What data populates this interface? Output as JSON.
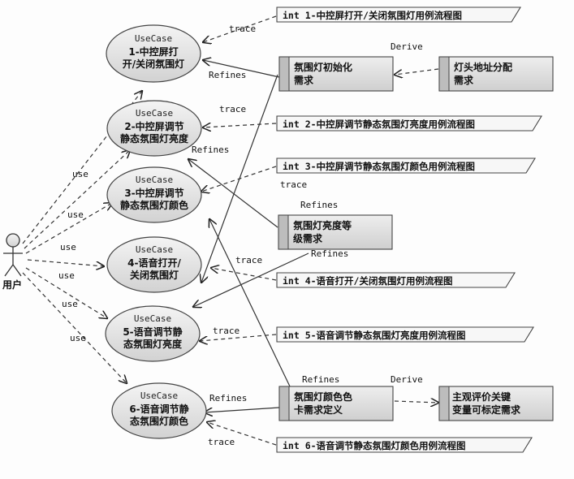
{
  "actor": {
    "label": "用户"
  },
  "use_cases": [
    {
      "stereotype": "UseCase",
      "lines": [
        "1-中控屏打",
        "开/关闭氛围灯"
      ]
    },
    {
      "stereotype": "UseCase",
      "lines": [
        "2-中控屏调节",
        "静态氛围灯亮度"
      ]
    },
    {
      "stereotype": "UseCase",
      "lines": [
        "3-中控屏调节",
        "静态氛围灯颜色"
      ]
    },
    {
      "stereotype": "UseCase",
      "lines": [
        "4-语音打开/",
        "关闭氛围灯"
      ]
    },
    {
      "stereotype": "UseCase",
      "lines": [
        "5-语音调节静",
        "态氛围灯亮度"
      ]
    },
    {
      "stereotype": "UseCase",
      "lines": [
        "6-语音调节静",
        "态氛围灯颜色"
      ]
    }
  ],
  "interactions": [
    "int 1-中控屏打开/关闭氛围灯用例流程图",
    "int 2-中控屏调节静态氛围灯亮度用例流程图",
    "int 3-中控屏调节静态氛围灯颜色用例流程图",
    "int 4-语音打开/关闭氛围灯用例流程图",
    "int 5-语音调节静态氛围灯亮度用例流程图",
    "int 6-语音调节静态氛围灯颜色用例流程图"
  ],
  "requirements": [
    {
      "lines": [
        "氛围灯初始化",
        "需求"
      ]
    },
    {
      "lines": [
        "灯头地址分配",
        "需求"
      ]
    },
    {
      "lines": [
        "氛围灯亮度等",
        "级需求"
      ]
    },
    {
      "lines": [
        "氛围灯颜色色",
        "卡需求定义"
      ]
    },
    {
      "lines": [
        "主观评价关键",
        "变量可标定需求"
      ]
    }
  ],
  "edge_labels": {
    "use": [
      "use",
      "use",
      "use",
      "use",
      "use",
      "use"
    ],
    "trace": [
      "trace",
      "trace",
      "trace",
      "trace",
      "trace",
      "trace"
    ],
    "refines": [
      "Refines",
      "Refines",
      "Refines",
      "Refines",
      "Refines"
    ],
    "derive": [
      "Derive",
      "Derive"
    ]
  }
}
